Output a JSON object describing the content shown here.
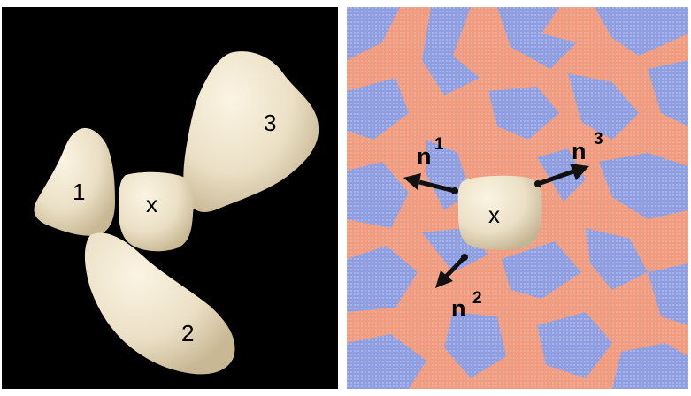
{
  "left_panel": {
    "labels": {
      "g1": "1",
      "g2": "2",
      "g3": "3",
      "x": "x"
    }
  },
  "right_panel": {
    "center_label": "x",
    "vectors": [
      {
        "symbol": "n",
        "index": "1"
      },
      {
        "symbol": "n",
        "index": "2"
      },
      {
        "symbol": "n",
        "index": "3"
      }
    ]
  },
  "colors": {
    "background_left": "#000000",
    "grain": "#ebe3cd",
    "orange": "#ef9c80",
    "blue": "#8e9ee0",
    "arrow": "#111111"
  }
}
